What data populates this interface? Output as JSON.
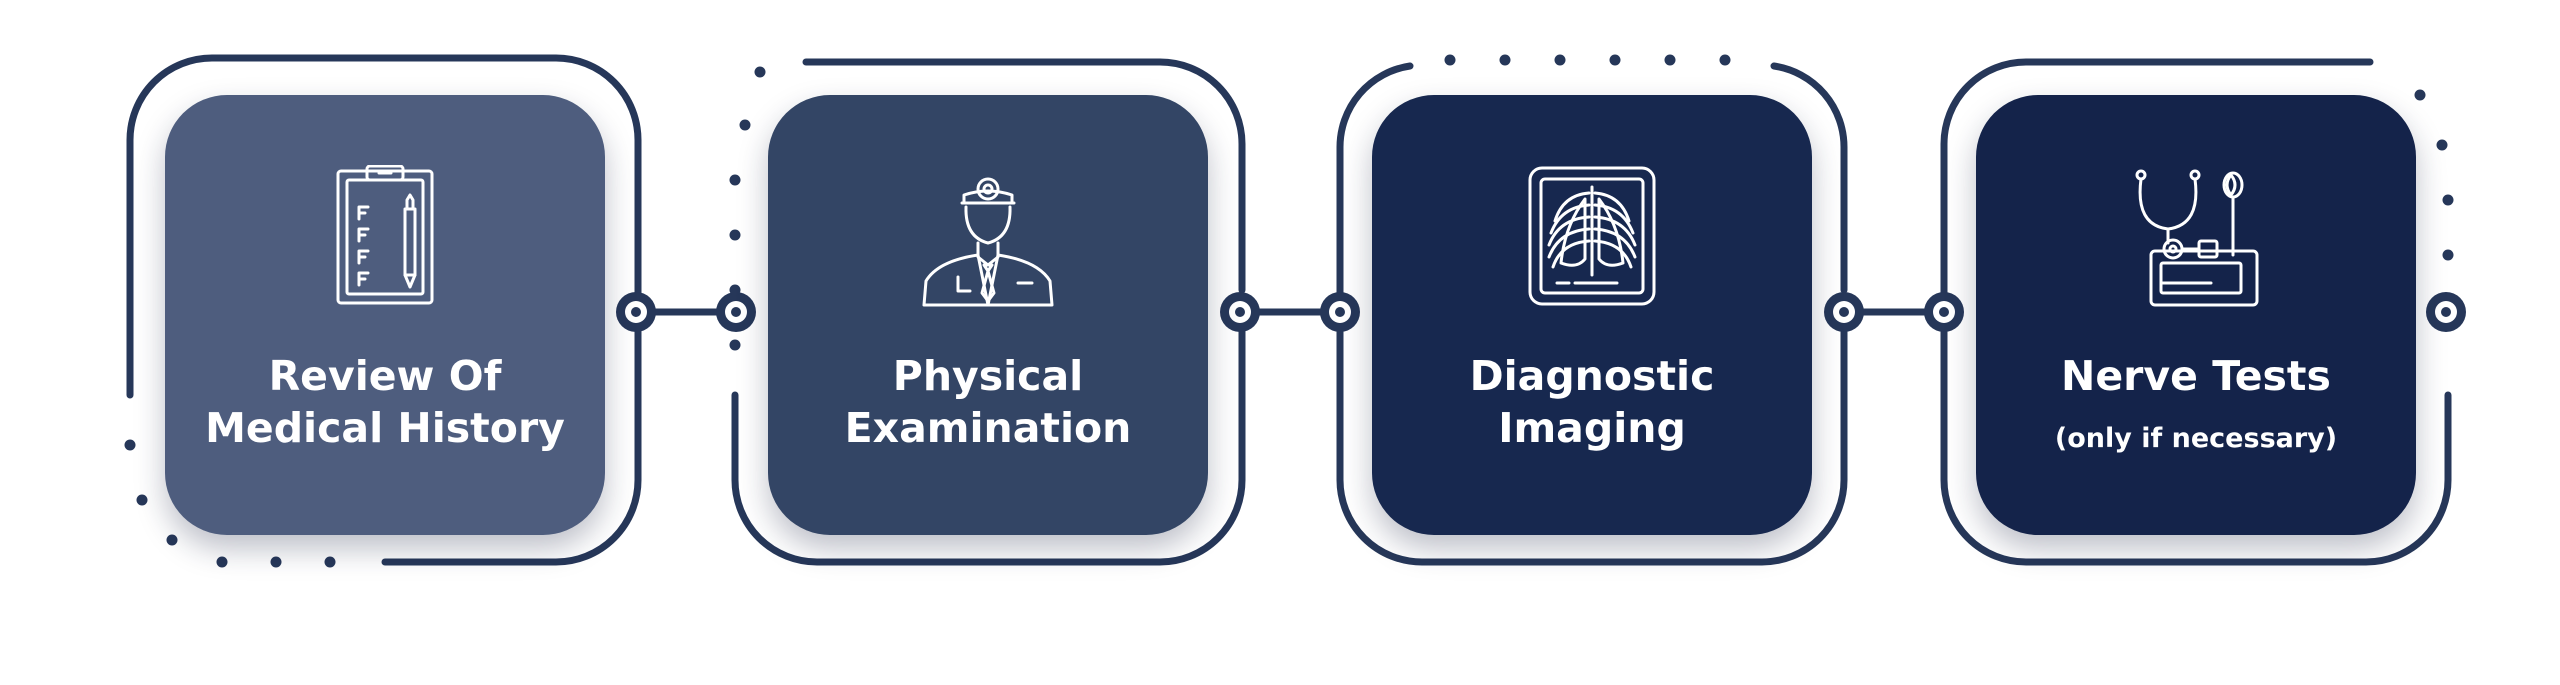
{
  "steps": [
    {
      "title_line1": "Review Of",
      "title_line2": "Medical History",
      "icon": "clipboard-checklist-icon"
    },
    {
      "title_line1": "Physical",
      "title_line2": "Examination",
      "icon": "doctor-icon"
    },
    {
      "title_line1": "Diagnostic",
      "title_line2": "Imaging",
      "icon": "xray-chest-icon"
    },
    {
      "title_line1": "Nerve Tests",
      "subtitle": "(only if necessary)",
      "icon": "stethoscope-monitor-icon"
    }
  ],
  "colors": {
    "frame": "#263759",
    "card_1": "#4e5d7e",
    "card_2": "#334565",
    "card_3": "#17284f",
    "card_4": "#14234a",
    "text": "#ffffff"
  }
}
